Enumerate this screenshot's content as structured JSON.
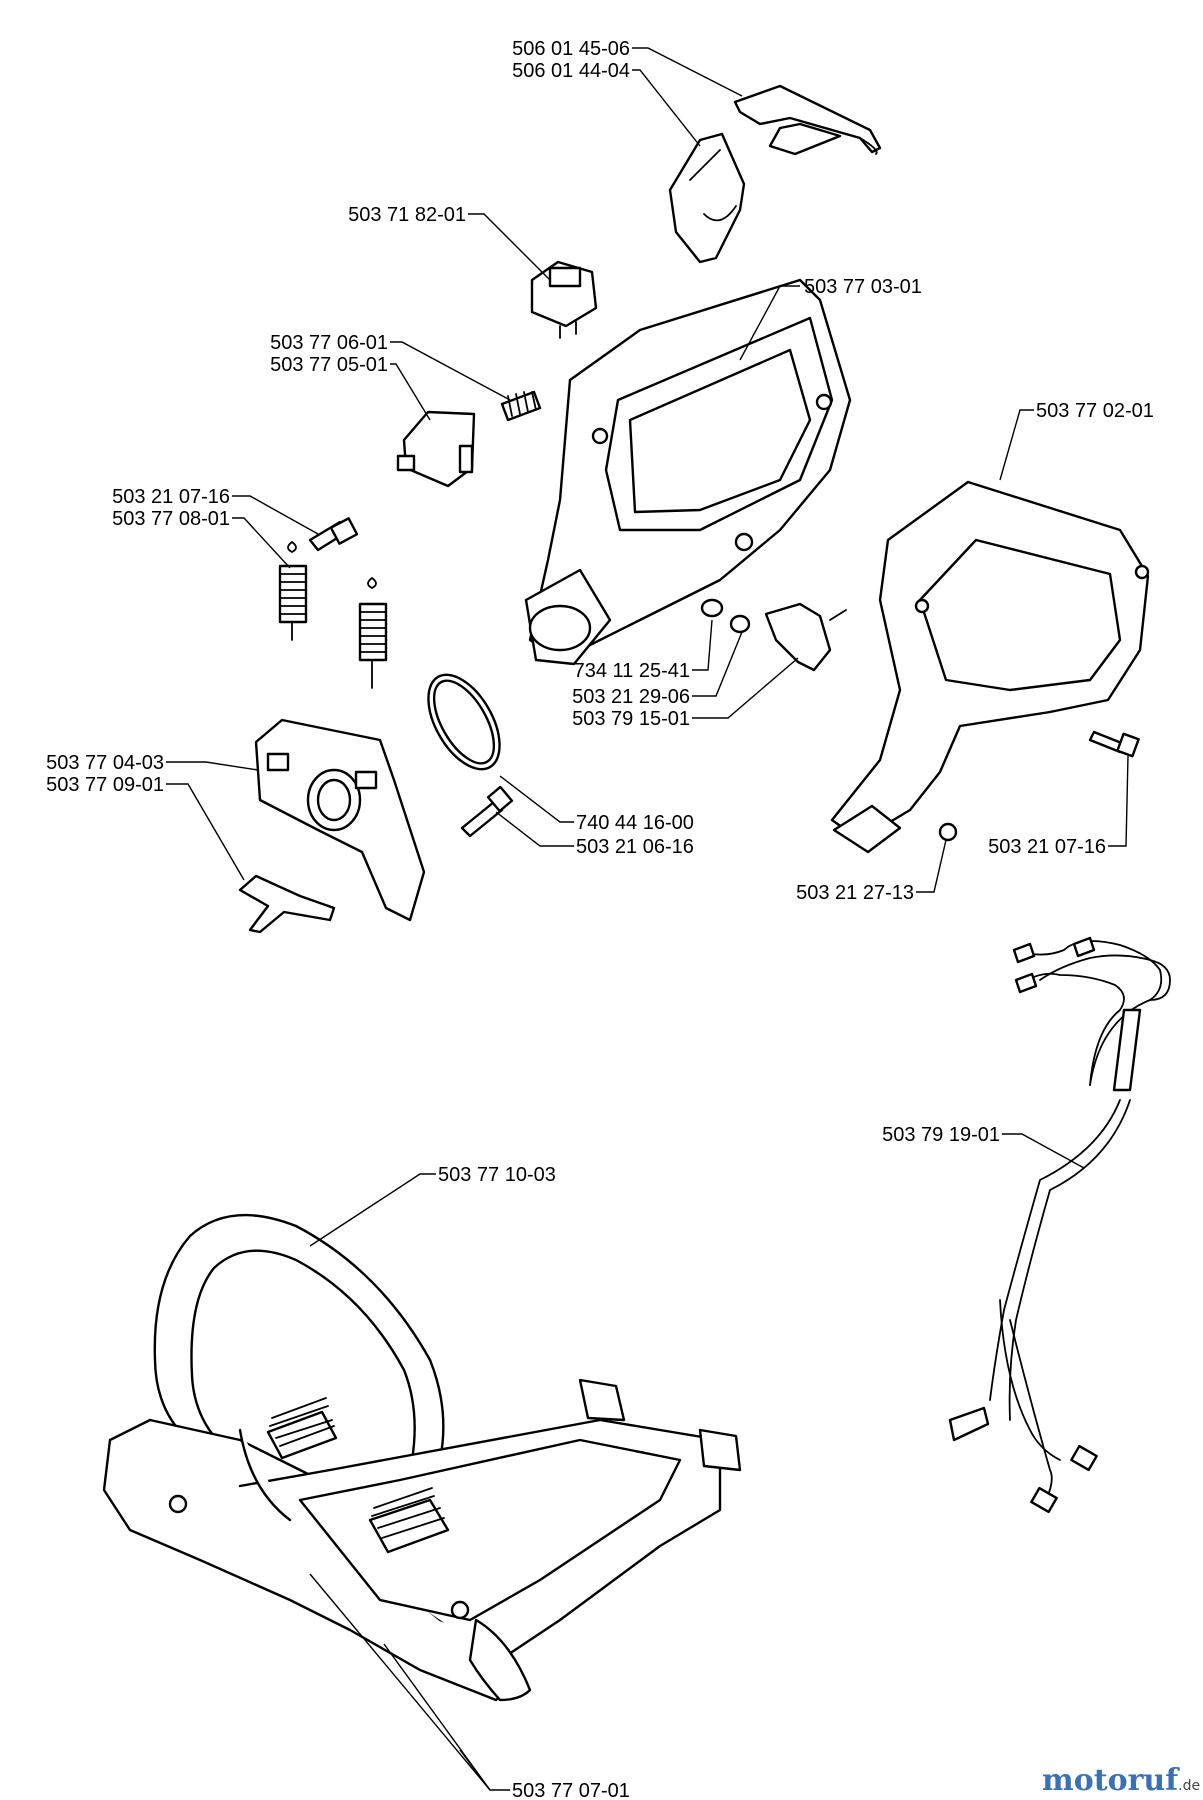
{
  "labels": {
    "l1": "506 01 45-06",
    "l2": "506 01 44-04",
    "l3": "503 71 82-01",
    "l4": "503 77 03-01",
    "l5": "503 77 06-01",
    "l6": "503 77 05-01",
    "l7": "503 77 02-01",
    "l8": "503 21 07-16",
    "l9": "503 77 08-01",
    "l10": "734 11 25-41",
    "l11": "503 21 29-06",
    "l12": "503 79 15-01",
    "l13": "503 77 04-03",
    "l14": "503 77 09-01",
    "l15": "740 44 16-00",
    "l16": "503 21 06-16",
    "l17": "503 21 07-16",
    "l18": "503 21 27-13",
    "l19": "503 79 19-01",
    "l20": "503 77 10-03",
    "l21": "503 77 07-01"
  },
  "watermark": {
    "brand_main": "motoruf",
    "brand_suffix": ".de"
  }
}
